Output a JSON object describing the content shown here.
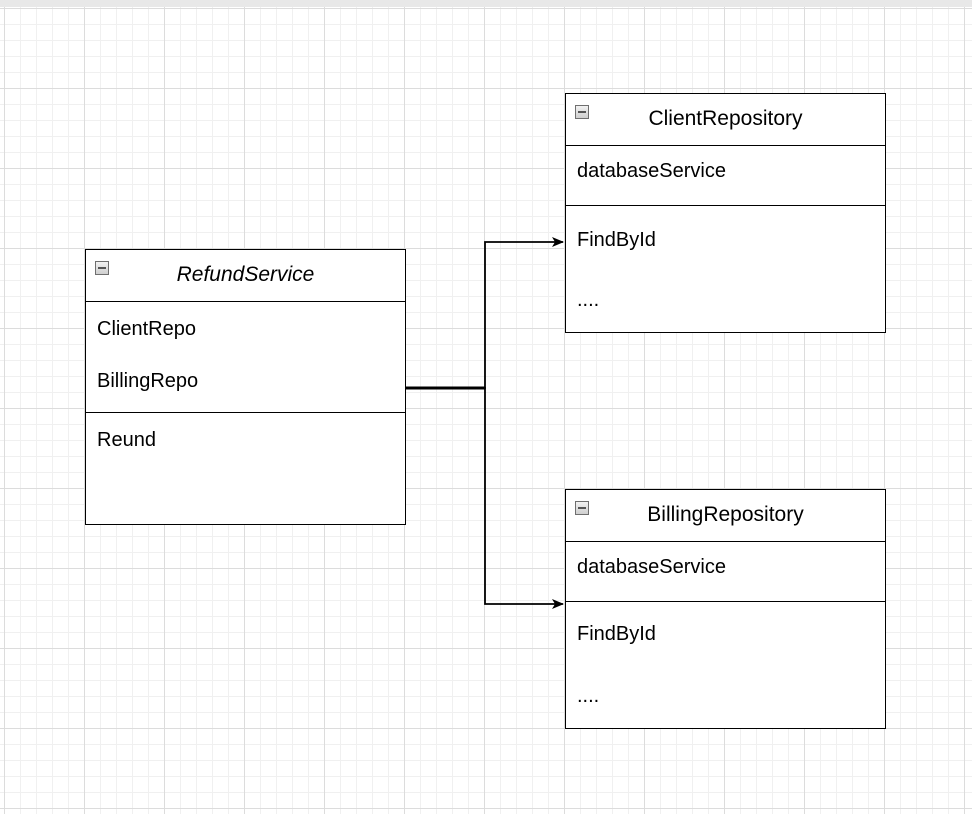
{
  "classes": {
    "refund_service": {
      "name": "RefundService",
      "attributes": [
        "ClientRepo",
        "BillingRepo"
      ],
      "methods": [
        "Reund"
      ]
    },
    "client_repository": {
      "name": "ClientRepository",
      "attributes": [
        "databaseService"
      ],
      "methods": [
        "FindById",
        "...."
      ]
    },
    "billing_repository": {
      "name": "BillingRepository",
      "attributes": [
        "databaseService"
      ],
      "methods": [
        "FindById",
        "...."
      ]
    }
  },
  "connections": [
    {
      "from": "RefundService",
      "to": "ClientRepository",
      "arrow": "open"
    },
    {
      "from": "RefundService",
      "to": "BillingRepository",
      "arrow": "open"
    }
  ]
}
